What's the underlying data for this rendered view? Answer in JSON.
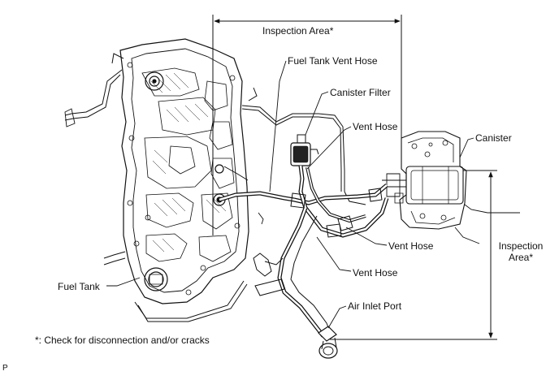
{
  "labels": {
    "inspection_area_top": "Inspection Area*",
    "fuel_tank_vent_hose": "Fuel Tank Vent Hose",
    "canister_filter": "Canister Filter",
    "vent_hose_top": "Vent Hose",
    "canister": "Canister",
    "inspection_area_right_line1": "Inspection",
    "inspection_area_right_line2": "Area*",
    "vent_hose_middle": "Vent Hose",
    "vent_hose_bottom": "Vent Hose",
    "fuel_tank": "Fuel Tank",
    "air_inlet_port": "Air Inlet Port",
    "footnote": "*: Check for disconnection and/or cracks",
    "page_marker": "P"
  }
}
